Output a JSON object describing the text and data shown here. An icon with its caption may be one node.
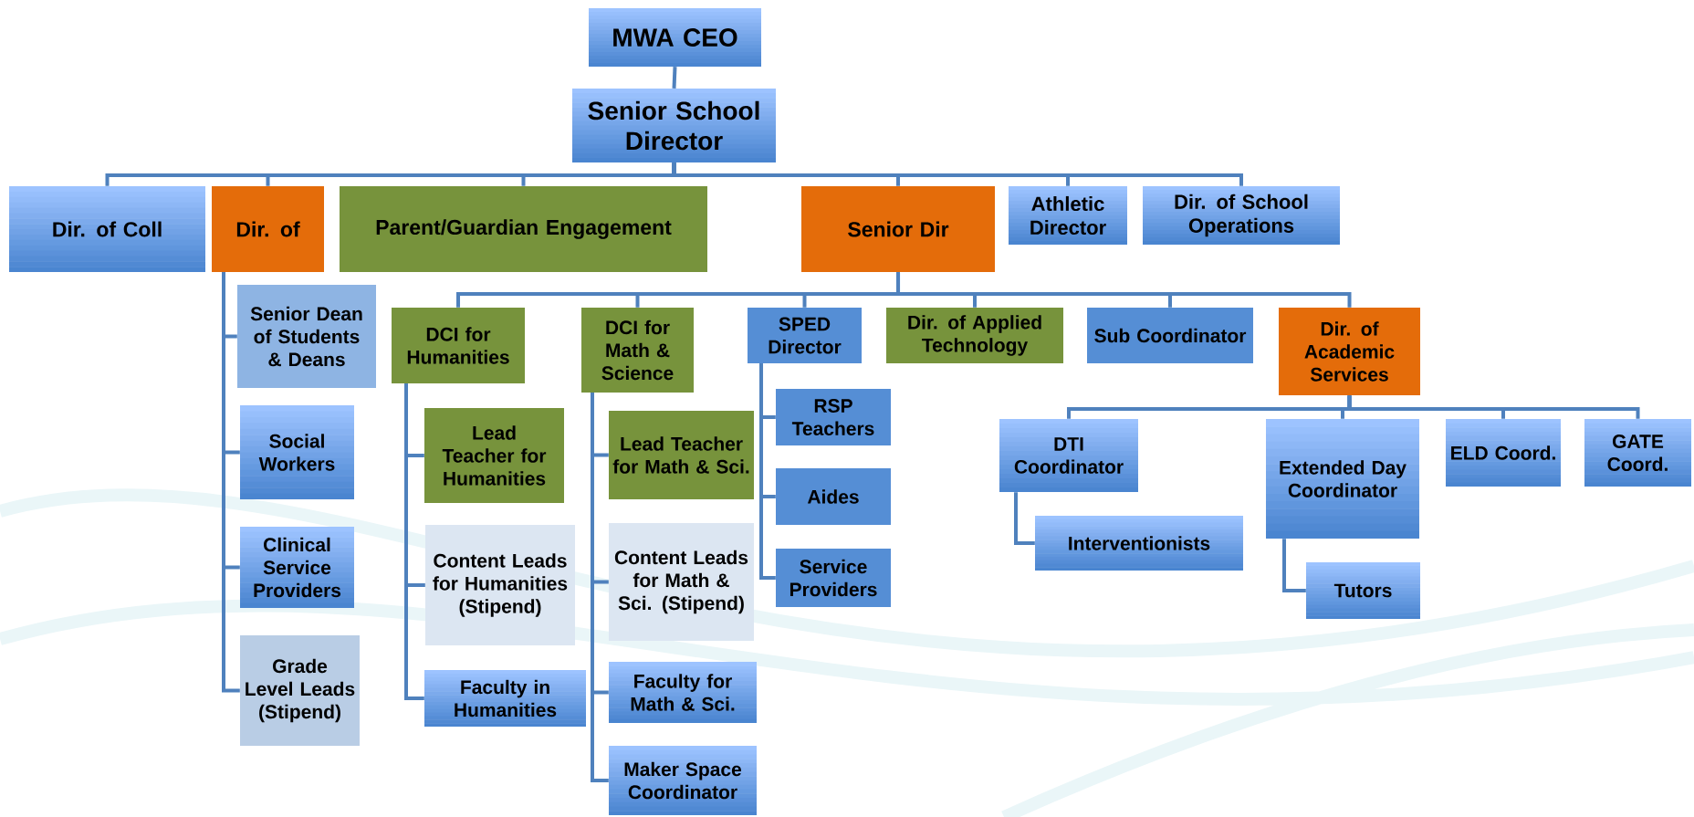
{
  "diagram": {
    "nodes": [
      {
        "text": [
          "MWA CEO"
        ]
      },
      {
        "text": [
          "Senior School Director"
        ]
      },
      {
        "text": [
          "Dir. of Coll"
        ]
      },
      {
        "text": [
          "Dir. of"
        ]
      },
      {
        "text": [
          "Parent/Guardian Engagement"
        ]
      },
      {
        "text": [
          "Senior Dir"
        ]
      },
      {
        "text": [
          "Athletic Director"
        ]
      },
      {
        "text": [
          "Dir. of School Operations"
        ]
      },
      {
        "text": [
          "Senior Dean of Students & Deans"
        ]
      },
      {
        "text": [
          "Social Workers"
        ]
      },
      {
        "text": [
          "Clinical Service Providers"
        ]
      },
      {
        "text": [
          "Grade Level Leads (Stipend)"
        ]
      },
      {
        "text": [
          "DCI for Humanities"
        ]
      },
      {
        "text": [
          "DCI for Math & Science"
        ]
      },
      {
        "text": [
          "SPED Director"
        ]
      },
      {
        "text": [
          "Dir. of Applied Technology"
        ]
      },
      {
        "text": [
          "Sub Coordinator"
        ]
      },
      {
        "text": [
          "Dir. of Academic Services"
        ]
      },
      {
        "text": [
          "Lead Teacher for Humanities"
        ]
      },
      {
        "text": [
          "Content Leads for Humanities (Stipend)"
        ]
      },
      {
        "text": [
          "Faculty in Humanities"
        ]
      },
      {
        "text": [
          "Lead Teacher for Math & Sci."
        ]
      },
      {
        "text": [
          "Content Leads for Math & Sci. (Stipend)"
        ]
      },
      {
        "text": [
          "Faculty for Math & Sci."
        ]
      },
      {
        "text": [
          "Maker Space Coordinator"
        ]
      },
      {
        "text": [
          "RSP Teachers"
        ]
      },
      {
        "text": [
          "Aides"
        ]
      },
      {
        "text": [
          "Service Providers"
        ]
      },
      {
        "text": [
          "DTI Coordinator"
        ]
      },
      {
        "text": [
          "Extended Day Coordinator"
        ]
      },
      {
        "text": [
          "ELD Coord."
        ]
      },
      {
        "text": [
          "GATE Coord."
        ]
      },
      {
        "text": [
          "Interventionists"
        ]
      },
      {
        "text": [
          "Tutors"
        ]
      }
    ],
    "edges": [
      {
        "from": 0,
        "to": 1,
        "arrow": "none"
      },
      {
        "from": 1,
        "to": 2,
        "arrow": "none"
      },
      {
        "from": 1,
        "to": 3,
        "arrow": "none"
      },
      {
        "from": 1,
        "to": 4,
        "arrow": "none"
      },
      {
        "from": 1,
        "to": 5,
        "arrow": "none"
      },
      {
        "from": 1,
        "to": 6,
        "arrow": "none"
      },
      {
        "from": 1,
        "to": 7,
        "arrow": "none"
      },
      {
        "from": 3,
        "to": 8,
        "arrow": "none"
      },
      {
        "from": 3,
        "to": 9,
        "arrow": "none"
      },
      {
        "from": 3,
        "to": 10,
        "arrow": "none"
      },
      {
        "from": 3,
        "to": 11,
        "arrow": "none"
      },
      {
        "from": 5,
        "to": 12,
        "arrow": "none"
      },
      {
        "from": 5,
        "to": 13,
        "arrow": "none"
      },
      {
        "from": 5,
        "to": 14,
        "arrow": "none"
      },
      {
        "from": 5,
        "to": 15,
        "arrow": "none"
      },
      {
        "from": 5,
        "to": 16,
        "arrow": "none"
      },
      {
        "from": 5,
        "to": 17,
        "arrow": "none"
      },
      {
        "from": 12,
        "to": 18,
        "arrow": "none"
      },
      {
        "from": 12,
        "to": 19,
        "arrow": "none"
      },
      {
        "from": 12,
        "to": 20,
        "arrow": "none"
      },
      {
        "from": 13,
        "to": 21,
        "arrow": "none"
      },
      {
        "from": 13,
        "to": 22,
        "arrow": "none"
      },
      {
        "from": 13,
        "to": 23,
        "arrow": "none"
      },
      {
        "from": 13,
        "to": 24,
        "arrow": "none"
      },
      {
        "from": 14,
        "to": 25,
        "arrow": "none"
      },
      {
        "from": 14,
        "to": 26,
        "arrow": "none"
      },
      {
        "from": 14,
        "to": 27,
        "arrow": "none"
      },
      {
        "from": 17,
        "to": 28,
        "arrow": "none"
      },
      {
        "from": 17,
        "to": 29,
        "arrow": "none"
      },
      {
        "from": 17,
        "to": 30,
        "arrow": "none"
      },
      {
        "from": 17,
        "to": 31,
        "arrow": "none"
      },
      {
        "from": 28,
        "to": 32,
        "arrow": "none"
      },
      {
        "from": 29,
        "to": 33,
        "arrow": "none"
      }
    ]
  }
}
